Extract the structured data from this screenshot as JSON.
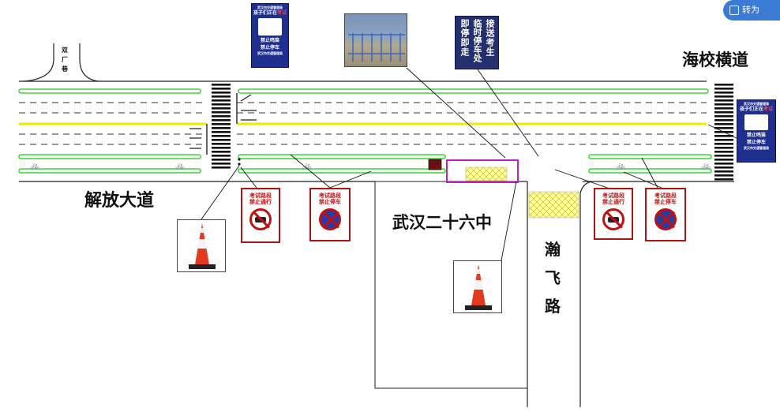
{
  "labels": {
    "road_main": "解放大道",
    "road_side": "海校横道",
    "school": "武汉二十六中",
    "road_vertical": "瀚飞路",
    "alley": "双厂巷"
  },
  "signs": {
    "exam_blue": {
      "header": "武汉市交通管理局",
      "line1": "孩子们正在",
      "line1_highlight": "考试",
      "line2": "禁止鸣笛",
      "line3": "禁止停车",
      "footer": "武汉市交通管理局"
    },
    "pickup": {
      "col1": "接送考生",
      "col2": "临时停车处",
      "col3": "即停即走"
    },
    "no_entry": {
      "line1": "考试路段",
      "line2": "禁止通行"
    },
    "no_parking": {
      "line1": "考试路段",
      "line2": "禁止停车"
    }
  },
  "toolbar": {
    "convert_label": "转为Word"
  },
  "colors": {
    "sign_blue": "#1f2f8f",
    "sign_red": "#c01010",
    "lane_yellow": "#f2ea00",
    "bike_lane_green": "#3bd43b",
    "zone_magenta": "#c020c0",
    "hatch_yellow": "#ffff99"
  },
  "icons": [
    "bicycle-icon",
    "traffic-cone-icon",
    "no-car-icon",
    "no-parking-icon",
    "document-icon"
  ]
}
